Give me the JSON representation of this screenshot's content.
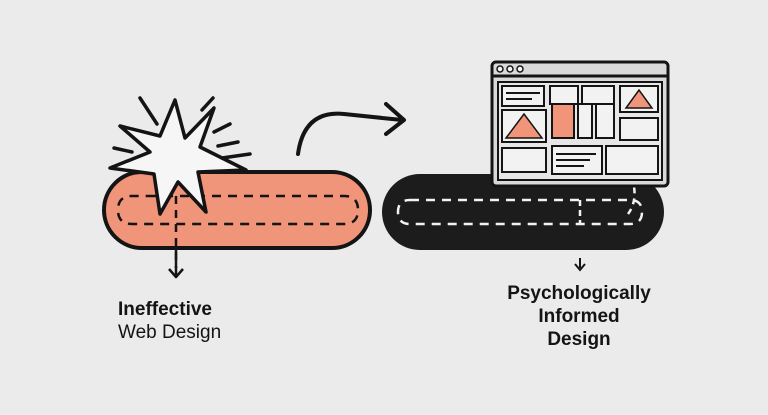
{
  "left": {
    "line1": "Ineffective",
    "line2": "Web Design"
  },
  "right": {
    "line1": "Psychologically",
    "line2": "Informed",
    "line3": "Design"
  },
  "colors": {
    "background": "#ebebeb",
    "accent": "#f0957a",
    "dark": "#1c1c1c",
    "ink": "#141414",
    "window": "#d9d9d9"
  },
  "icons": [
    "burst-icon",
    "arrow-curve-icon",
    "browser-window-icon",
    "down-arrow-icon"
  ]
}
